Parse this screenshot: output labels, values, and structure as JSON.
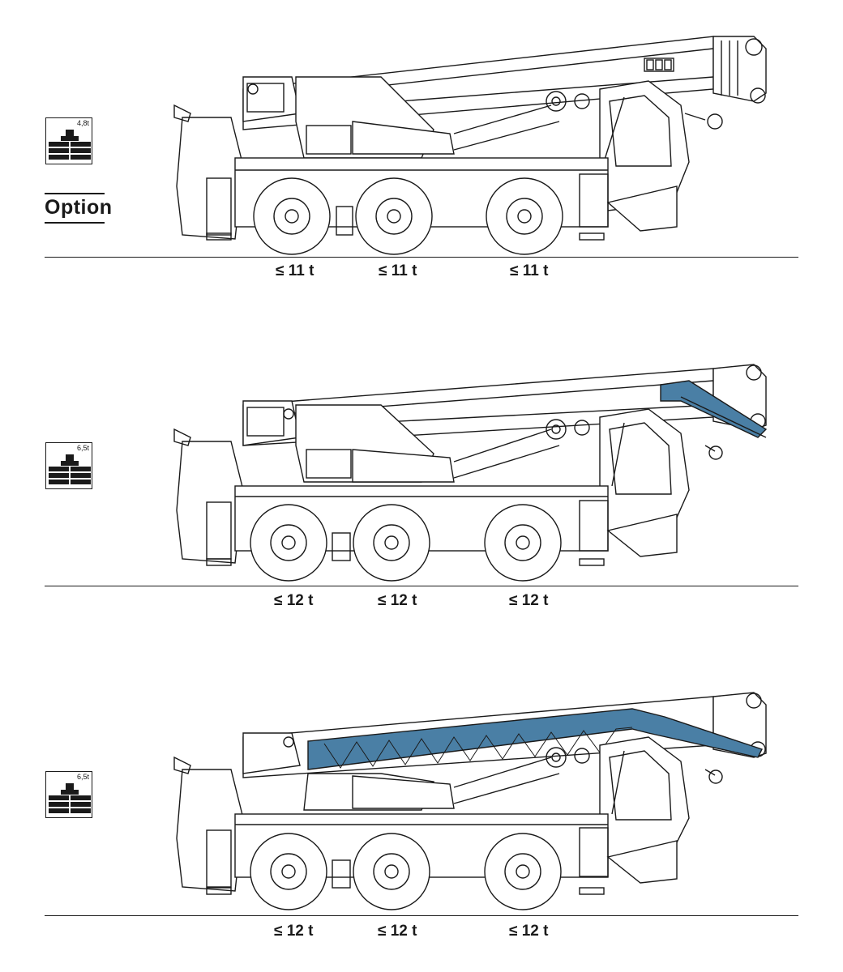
{
  "panels": [
    {
      "id": "config-1",
      "counterweight_label": "4,8t",
      "option_label": "Option",
      "axle_loads": [
        "≤ 11 t",
        "≤ 11 t",
        "≤ 11 t"
      ],
      "attachments": []
    },
    {
      "id": "config-2",
      "counterweight_label": "6,5t",
      "axle_loads": [
        "≤ 12 t",
        "≤ 12 t",
        "≤ 12 t"
      ],
      "attachments": [
        "folded-jib-head",
        "auxiliary-winch"
      ]
    },
    {
      "id": "config-3",
      "counterweight_label": "6,5t",
      "axle_loads": [
        "≤ 12 t",
        "≤ 12 t",
        "≤ 12 t"
      ],
      "attachments": [
        "lattice-jib-stowed",
        "auxiliary-winch"
      ]
    }
  ],
  "colors": {
    "line": "#1a1a1a",
    "highlight": "#4a7fa5",
    "background": "#ffffff"
  },
  "icons": [
    "counterweight-icon",
    "crane-side-view"
  ]
}
